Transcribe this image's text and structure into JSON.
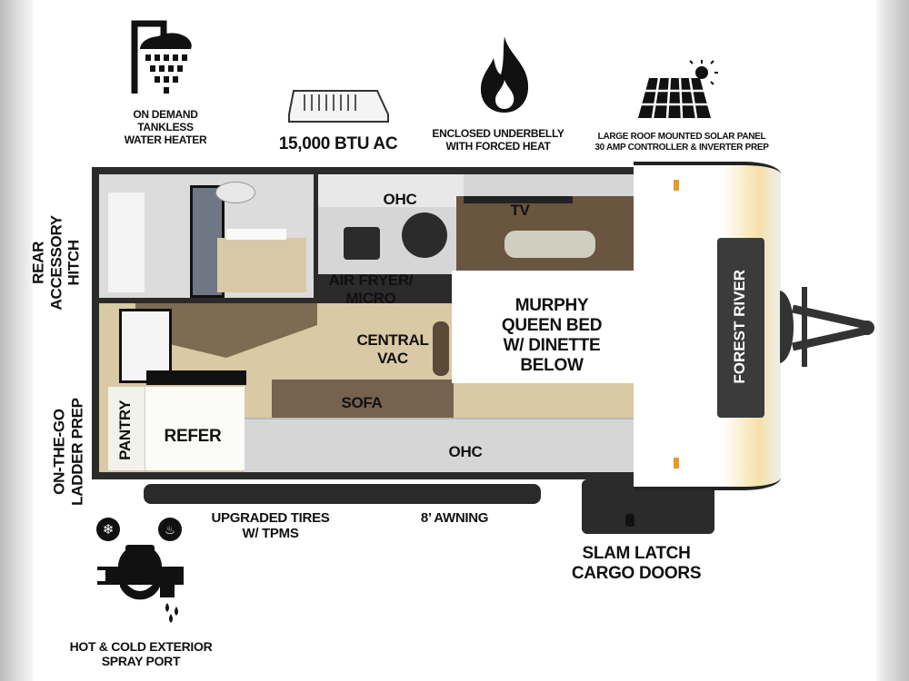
{
  "features": {
    "water_heater": [
      "ON DEMAND",
      "TANKLESS",
      "WATER HEATER"
    ],
    "ac": "15,000 BTU AC",
    "underbelly": [
      "ENCLOSED UNDERBELLY",
      "WITH FORCED HEAT"
    ],
    "solar": [
      "LARGE ROOF MOUNTED SOLAR PANEL",
      "30 AMP CONTROLLER & INVERTER PREP"
    ],
    "rear_hitch": [
      "REAR",
      "ACCESSORY",
      "HITCH"
    ],
    "ladder": [
      "ON-THE-GO",
      "LADDER PREP"
    ],
    "tires": [
      "UPGRADED TIRES",
      "W/ TPMS"
    ],
    "awning": "8’ AWNING",
    "cargo": [
      "SLAM LATCH",
      "CARGO DOORS"
    ],
    "spray_port": [
      "HOT & COLD EXTERIOR",
      "SPRAY PORT"
    ]
  },
  "floorplan": {
    "ohc_top": "OHC",
    "tv": "TV",
    "air_fryer": [
      "AIR FRYER/",
      "MICRO"
    ],
    "central_vac": [
      "CENTRAL",
      "VAC"
    ],
    "murphy": [
      "MURPHY",
      "QUEEN BED",
      "W/ DINETTE",
      "BELOW"
    ],
    "sofa": "SOFA",
    "pantry": "PANTRY",
    "refer": "REFER",
    "ohc_bottom": "OHC",
    "brand": "FOREST RIVER"
  },
  "icons": [
    "shower-icon",
    "ac-unit-icon",
    "flame-icon",
    "solar-panel-icon",
    "faucet-icon"
  ]
}
